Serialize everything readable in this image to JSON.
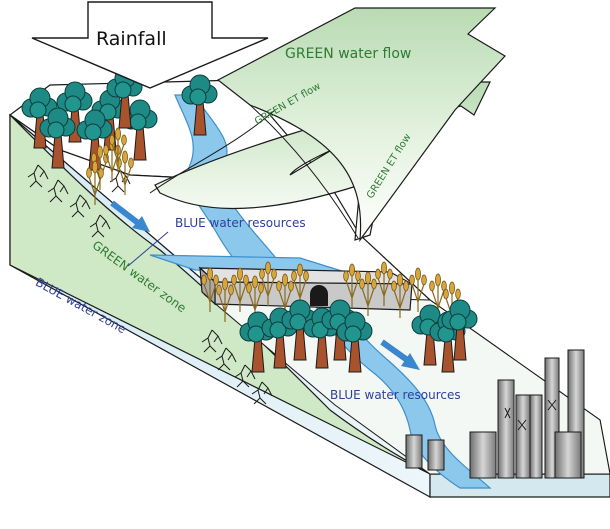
{
  "labels": {
    "rainfall": "Rainfall",
    "green_water_flow": "GREEN water flow",
    "green_et_flow_1": "GREEN ET flow",
    "green_et_flow_2": "GREEN ET flow",
    "blue_water_resources_1": "BLUE water resources",
    "blue_water_resources_2": "BLUE water resources",
    "green_water_zone": "GREEN water zone",
    "blue_water_zone": "BLUE water zone"
  },
  "colors": {
    "blue_text": "#2e3f9a",
    "green_text": "#2f7a34",
    "river": "#8cc8ec",
    "river_outline": "#3f8fcc",
    "arrow_blue": "#3a86cf",
    "green_zone": "#cfe8c5",
    "green_arrow_top": "#c7e2c2",
    "blue_zone": "#d8ecf5",
    "tree_crown": "#1e8a86",
    "tree_trunk": "#a9532e",
    "wheat": "#d8a53b",
    "dam": "#cfcfcf",
    "industry": "#9a9a9a"
  }
}
